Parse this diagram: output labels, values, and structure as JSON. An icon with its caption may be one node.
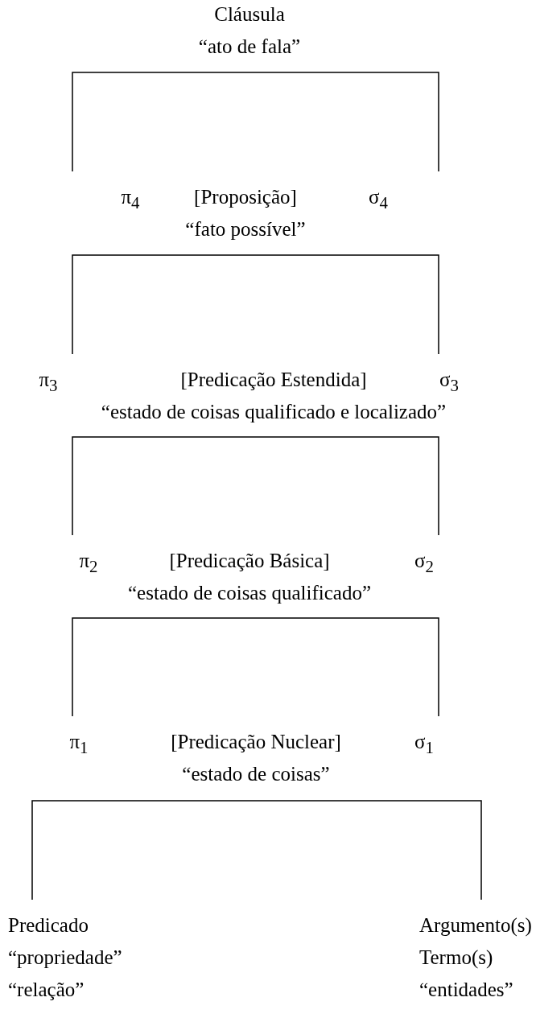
{
  "diagram": {
    "nodes": [
      {
        "text": [
          "Cláusula",
          "“ato de fala”"
        ]
      },
      {
        "text": [
          "π$_{4}$"
        ]
      },
      {
        "text": [
          "[Proposição]",
          "“fato possível”"
        ]
      },
      {
        "text": [
          "σ$_{4}$"
        ]
      },
      {
        "text": [
          "π$_{3}$"
        ]
      },
      {
        "text": [
          "[Predicação Estendida]",
          "“estado de coisas qualificado e localizado”"
        ]
      },
      {
        "text": [
          "σ$_{3}$"
        ]
      },
      {
        "text": [
          "π$_{2}$"
        ]
      },
      {
        "text": [
          "[Predicação Básica]",
          "“estado de coisas qualificado”"
        ]
      },
      {
        "text": [
          "σ$_{2}$"
        ]
      },
      {
        "text": [
          "π$_{1}$"
        ]
      },
      {
        "text": [
          "[Predicação Nuclear]",
          "“estado de coisas”"
        ]
      },
      {
        "text": [
          "σ$_{1}$"
        ]
      },
      {
        "text": [
          "Predicado",
          "“propriedade”",
          "“relação”"
        ]
      },
      {
        "text": [
          "Argumento(s)",
          "Termo(s)",
          "“entidades”"
        ]
      }
    ],
    "edges": [
      {
        "from": 0,
        "to": 1,
        "arrow": "none"
      },
      {
        "from": 0,
        "to": 3,
        "arrow": "none"
      },
      {
        "from": 2,
        "to": 4,
        "arrow": "none"
      },
      {
        "from": 2,
        "to": 6,
        "arrow": "none"
      },
      {
        "from": 5,
        "to": 7,
        "arrow": "none"
      },
      {
        "from": 5,
        "to": 9,
        "arrow": "none"
      },
      {
        "from": 8,
        "to": 10,
        "arrow": "none"
      },
      {
        "from": 8,
        "to": 12,
        "arrow": "none"
      },
      {
        "from": 11,
        "to": 13,
        "arrow": "none"
      },
      {
        "from": 11,
        "to": 14,
        "arrow": "none"
      }
    ]
  }
}
